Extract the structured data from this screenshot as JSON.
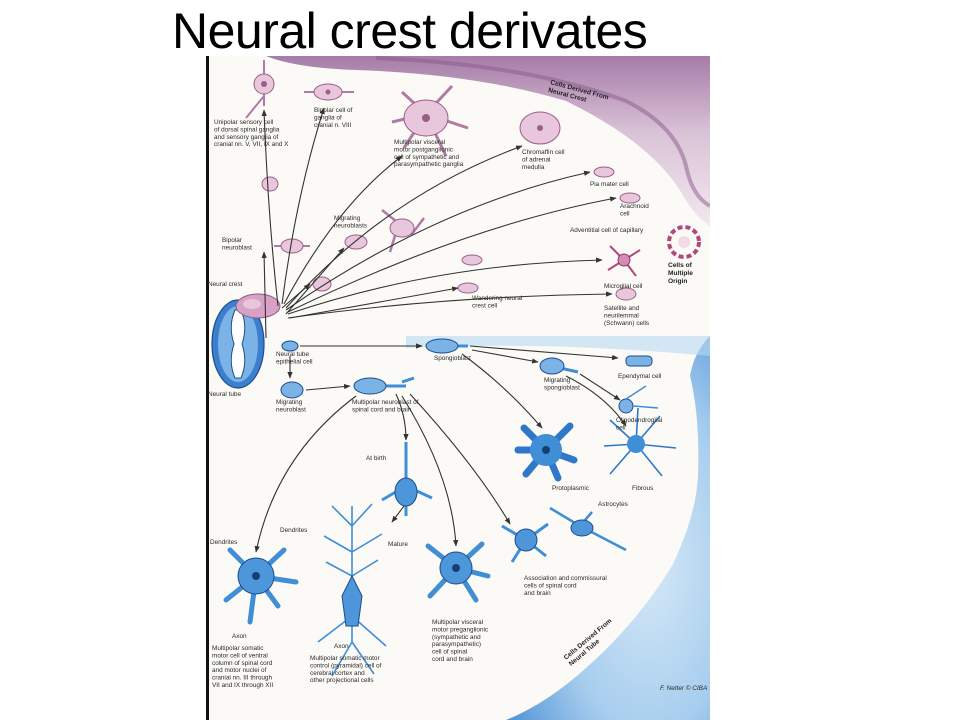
{
  "title": "Neural crest derivates",
  "colors": {
    "crest_region": "#c8a9c6",
    "tube_region": "#8fbde6",
    "crest_cell": "#e8c7dc",
    "tube_cell": "#3f8ed6",
    "background": "#ffffff"
  },
  "regions": {
    "crest": "Cells Derived From Neural Crest",
    "multiple": "Cells of Multiple Origin",
    "tube": "Cells Derived From Neural Tube"
  },
  "labels": {
    "unipolar_sensory": [
      "Unipolar sensory cell",
      "of dorsal spinal ganglia",
      "and sensory ganglia of",
      "cranial nn. V, VII, IX and X"
    ],
    "bipolar_cell": [
      "Bipolar cell of",
      "ganglia of",
      "cranial n. VIII"
    ],
    "multipolar_visceral_post": [
      "Multipolar visceral",
      "motor postganglionic",
      "cell of sympathetic and",
      "parasympathetic ganglia"
    ],
    "chromaffin": [
      "Chromaffin cell",
      "of adrenal",
      "medulla"
    ],
    "pia_mater": [
      "Pia mater cell"
    ],
    "arachnoid": [
      "Arachnoid",
      "cell"
    ],
    "adventitial": [
      "Adventitial cell of capillary"
    ],
    "migrating_neuroblasts": [
      "Migrating",
      "neuroblasts"
    ],
    "bipolar_neuroblast": [
      "Bipolar",
      "neuroblast"
    ],
    "neural_crest": [
      "Neural crest"
    ],
    "wandering": [
      "Wandering neural",
      "crest cell"
    ],
    "microglial": [
      "Microglial cell"
    ],
    "satellite": [
      "Satellite and",
      "neurilemmal",
      "(Schwann) cells"
    ],
    "neural_tube_epithelial": [
      "Neural tube",
      "epithelial cell"
    ],
    "neural_tube": [
      "Neural tube"
    ],
    "spongioblast": [
      "Spongioblast"
    ],
    "ependymal": [
      "Ependymal cell"
    ],
    "migrating_spongioblast": [
      "Migrating",
      "spongioblast"
    ],
    "oligodendroglial": [
      "Oligodendroglial",
      "cell"
    ],
    "migrating_neuroblast": [
      "Migrating",
      "neuroblast"
    ],
    "multipolar_neuroblast": [
      "Multipolar neuroblast of",
      "spinal cord and brain"
    ],
    "at_birth": [
      "At birth"
    ],
    "protoplasmic": [
      "Protoplasmic"
    ],
    "fibrous": [
      "Fibrous"
    ],
    "astrocytes": [
      "Astrocytes"
    ],
    "dendrites_left": [
      "Dendrites"
    ],
    "dendrites_mid": [
      "Dendrites"
    ],
    "mature": [
      "Mature"
    ],
    "association": [
      "Association and commissural",
      "cells of spinal cord",
      "and brain"
    ],
    "axon_left": [
      "Axon"
    ],
    "axon_mid": [
      "Axon"
    ],
    "multipolar_somatic": [
      "Multipolar somatic",
      "motor cell of ventral",
      "column of spinal cord",
      "and motor nuclei of",
      "cranial nn. III through",
      "VII and IX through XII"
    ],
    "pyramidal": [
      "Multipolar somatic motor",
      "control (pyramidal) cell of",
      "cerebral cortex and",
      "other projectional cells"
    ],
    "multipolar_visceral_pre": [
      "Multipolar visceral",
      "motor preganglionic",
      "(sympathetic and",
      "parasympathetic)",
      "cell of spinal",
      "cord and brain"
    ]
  },
  "signature": "F. Netter © CIBA"
}
